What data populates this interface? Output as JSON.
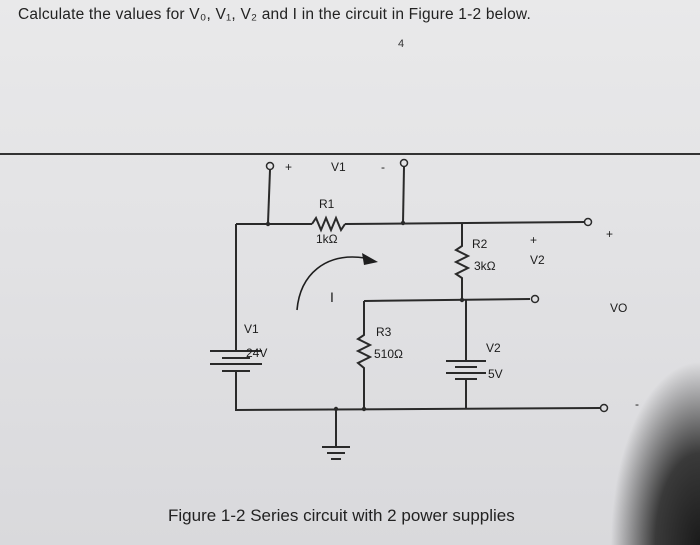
{
  "question": "Calculate the values for V₀, V₁, V₂ and I in the circuit in Figure 1-2 below.",
  "page_number": "4",
  "figure_caption": "Figure 1-2 Series circuit with 2 power supplies",
  "circuit": {
    "v1_meter": {
      "plus": "+",
      "label": "V1",
      "minus": "-"
    },
    "r1": {
      "name": "R1",
      "value": "1kΩ"
    },
    "r2": {
      "name": "R2",
      "value": "3kΩ"
    },
    "r3": {
      "name": "R3",
      "value": "510Ω"
    },
    "source_v1": {
      "name": "V1",
      "value": "24V"
    },
    "source_v2": {
      "name": "V2",
      "value": "5V"
    },
    "v2_measure": {
      "plus": "+",
      "label": "V2"
    },
    "vo_terminal": {
      "plus": "+",
      "label": "VO",
      "minus": "-"
    },
    "current_label": "I"
  }
}
